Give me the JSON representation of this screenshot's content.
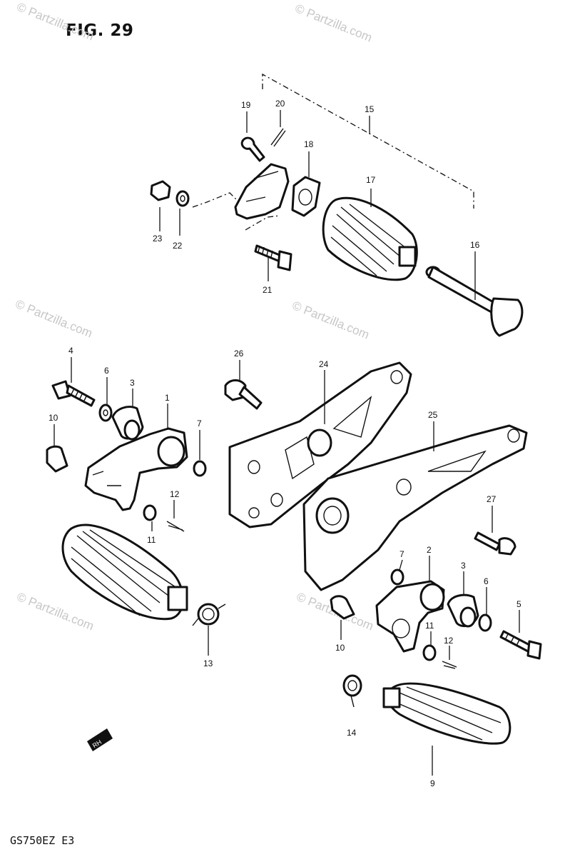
{
  "figure_title": "FIG. 29",
  "model_code": "GS750EZ  E3",
  "watermark": "© Partzilla.com",
  "rh_badge": "RH",
  "part_labels": [
    "19",
    "20",
    "15",
    "18",
    "17",
    "16",
    "23",
    "22",
    "21",
    "4",
    "6",
    "3",
    "1",
    "26",
    "24",
    "10",
    "7",
    "12",
    "11",
    "25",
    "27",
    "2",
    "3",
    "6",
    "5",
    "7",
    "10",
    "11",
    "12",
    "13",
    "14",
    "9"
  ]
}
